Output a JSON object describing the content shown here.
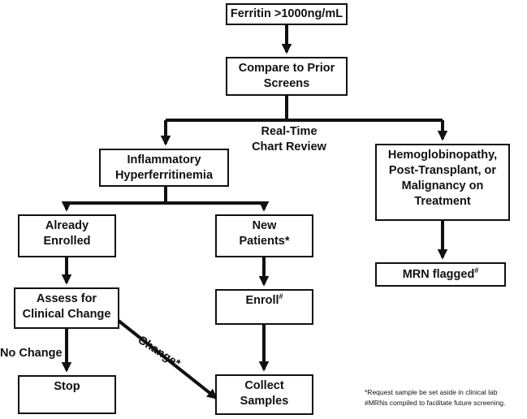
{
  "nodes": {
    "ferritin": {
      "lines": [
        "Ferritin >1000ng/mL"
      ]
    },
    "compare": {
      "lines": [
        "Compare to Prior",
        "Screens"
      ]
    },
    "inflammatory": {
      "lines": [
        "Inflammatory",
        "Hyperferritinemia"
      ]
    },
    "hemoglobinopathy": {
      "lines": [
        "Hemoglobinopathy,",
        "Post-Transplant, or",
        "Malignancy on",
        "Treatment"
      ]
    },
    "already_enrolled": {
      "lines": [
        "Already",
        "Enrolled"
      ]
    },
    "new_patients": {
      "lines": [
        "New",
        "Patients*"
      ]
    },
    "mrn_flagged": {
      "text": "MRN flagged",
      "sup": "#"
    },
    "assess": {
      "lines": [
        "Assess for",
        "Clinical Change"
      ]
    },
    "enroll": {
      "text": "Enroll",
      "sup": "#"
    },
    "stop": {
      "lines": [
        "Stop"
      ]
    },
    "collect": {
      "lines": [
        "Collect",
        "Samples"
      ]
    }
  },
  "edge_labels": {
    "real_time": [
      "Real-Time",
      "Chart Review"
    ],
    "no_change": "No Change",
    "change": "Change*"
  },
  "footnotes": [
    "*Request sample be set aside in clinical lab",
    "#MRNs compiled to facilitate future screening."
  ],
  "colors": {
    "line": "#111111",
    "box_fill": "#ffffff"
  }
}
